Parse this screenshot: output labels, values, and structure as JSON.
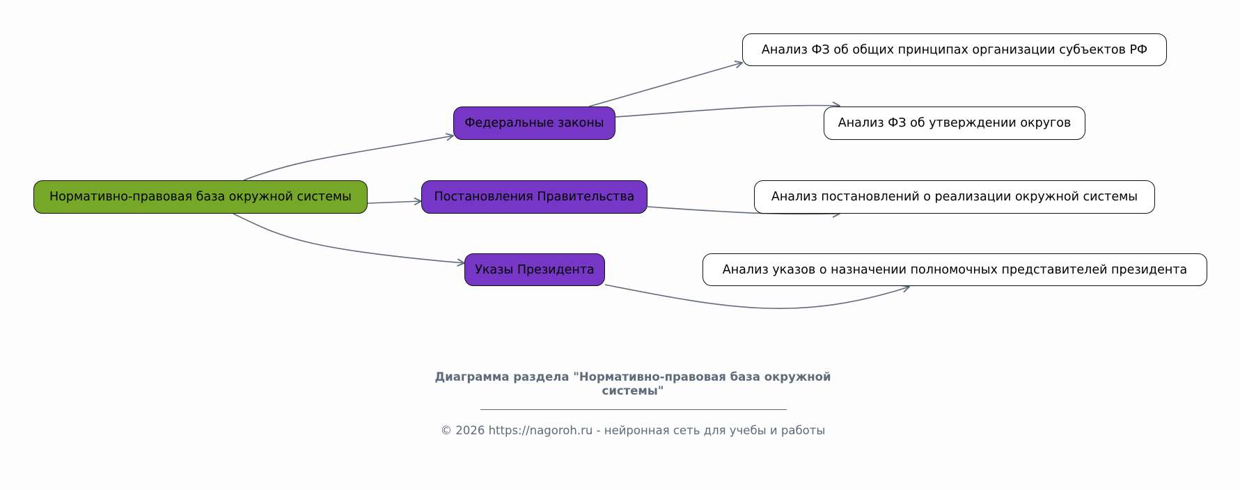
{
  "diagram": {
    "root": {
      "label": "Нормативно-правовая база окружной системы",
      "color": "#76a728"
    },
    "branches": [
      {
        "label": "Федеральные законы",
        "color": "#7636c6"
      },
      {
        "label": "Постановления Правительства",
        "color": "#7636c6"
      },
      {
        "label": "Указы Президента",
        "color": "#7636c6"
      }
    ],
    "leaves": [
      {
        "label": "Анализ ФЗ об общих принципах организации субъектов РФ",
        "parent": "Федеральные законы"
      },
      {
        "label": "Анализ ФЗ об утверждении округов",
        "parent": "Федеральные законы"
      },
      {
        "label": "Анализ постановлений о реализации окружной системы",
        "parent": "Постановления Правительства"
      },
      {
        "label": "Анализ указов о назначении полномочных представителей президента",
        "parent": "Указы Президента"
      }
    ],
    "edge_color": "#5f6b7a"
  },
  "caption": {
    "title": "Диаграмма раздела \"Нормативно-правовая база окружной системы\"",
    "footer": "© 2026 https://nagoroh.ru - нейронная сеть для учебы и работы"
  }
}
